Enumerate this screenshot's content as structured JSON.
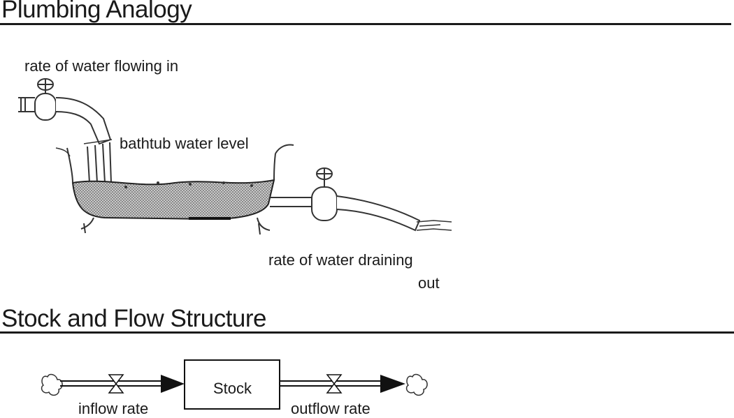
{
  "plumbing": {
    "heading": "Plumbing Analogy",
    "inflow_label": "rate of water flowing in",
    "level_label": "bathtub water level",
    "drain_label_line1": "rate of water draining",
    "drain_label_line2": "out"
  },
  "stock_flow": {
    "heading": "Stock and Flow Structure",
    "stock_label": "Stock",
    "inflow_label": "inflow rate",
    "outflow_label": "outflow rate"
  },
  "icons": [
    "valve-handle-icon",
    "faucet-icon",
    "cloud-source-icon",
    "cloud-sink-icon",
    "flow-valve-icon",
    "arrowhead-icon"
  ]
}
